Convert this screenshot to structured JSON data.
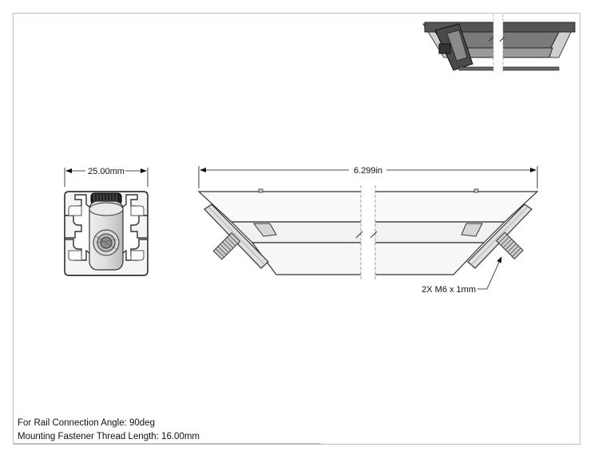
{
  "dimensions": {
    "end_view_width": "25.00mm",
    "side_view_length": "6.299in",
    "thread_callout": "2X M6 x 1mm"
  },
  "notes": {
    "rail_angle": "For Rail Connection Angle: 90deg",
    "thread_length": "Mounting Fastener Thread Length: 16.00mm"
  }
}
